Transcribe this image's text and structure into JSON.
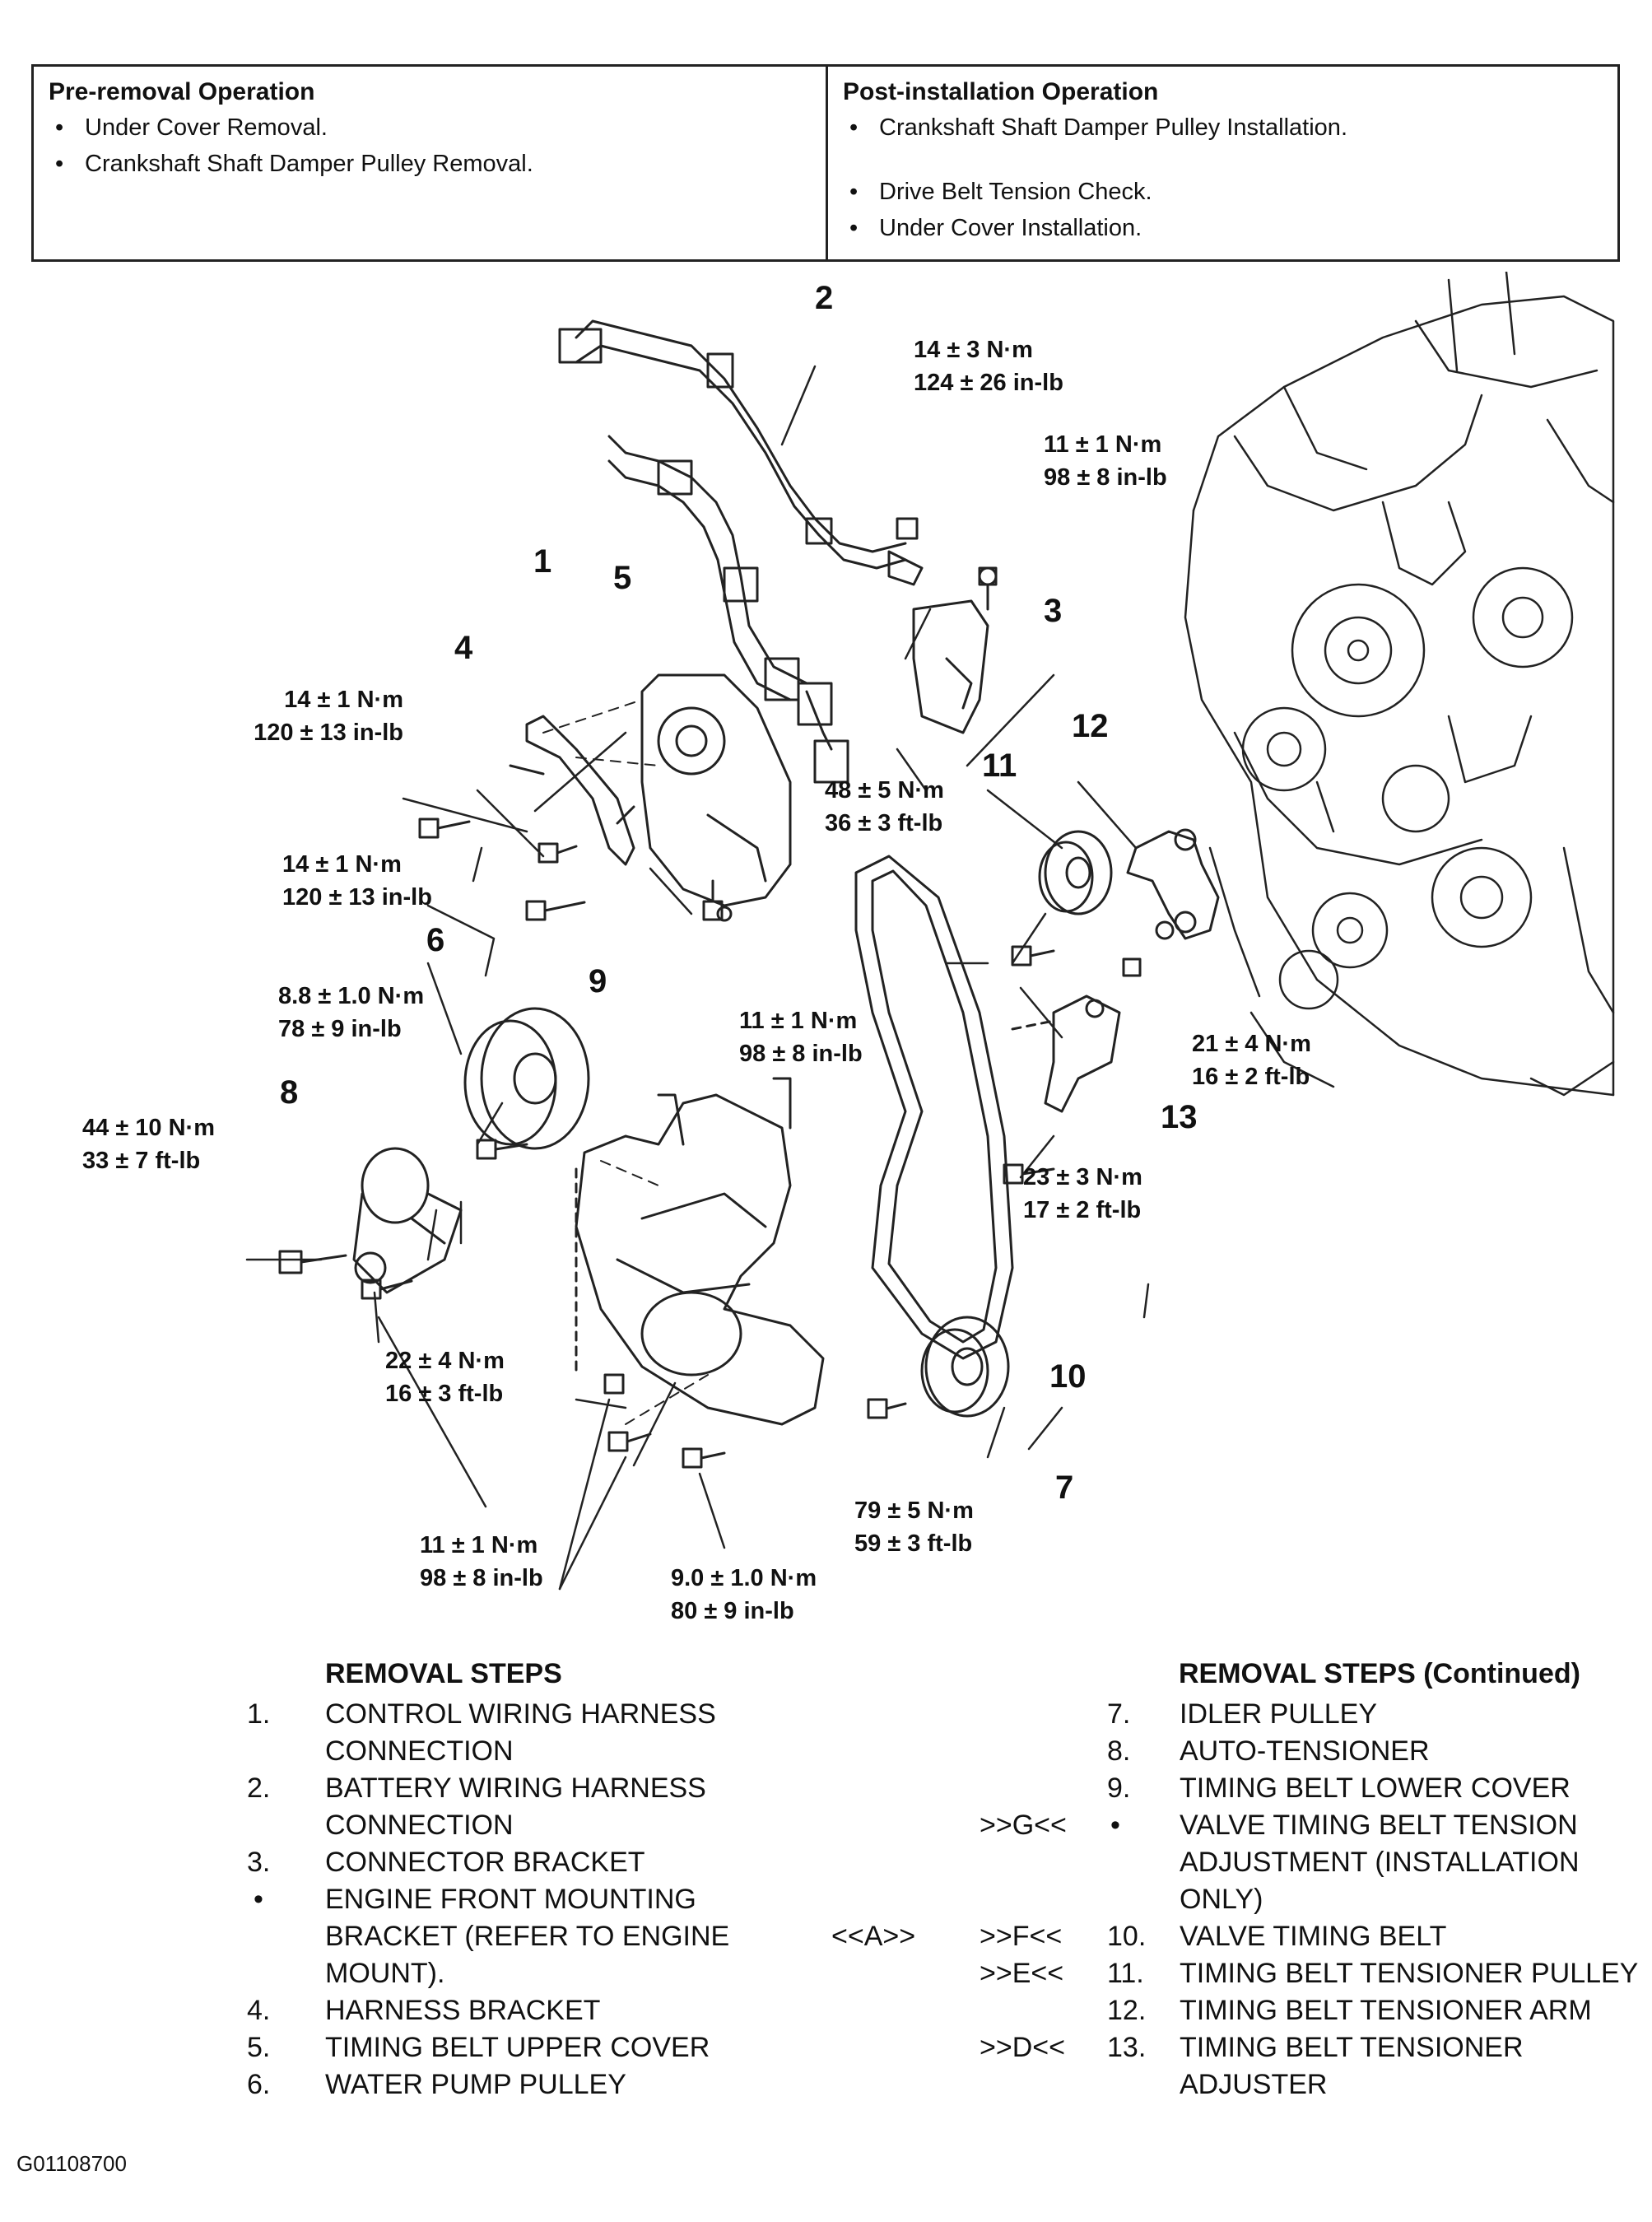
{
  "pre_removal": {
    "title": "Pre-removal Operation",
    "items": [
      "Under Cover Removal.",
      "Crankshaft Shaft Damper Pulley Removal."
    ]
  },
  "post_installation": {
    "title": "Post-installation Operation",
    "items": [
      "Crankshaft Shaft Damper Pulley Installation.",
      "Drive Belt Tension Check.",
      "Under Cover Installation."
    ]
  },
  "callouts": [
    "1",
    "2",
    "3",
    "4",
    "5",
    "6",
    "7",
    "8",
    "9",
    "10",
    "11",
    "12",
    "13"
  ],
  "torques": [
    {
      "line1": "14 ± 3 N·m",
      "line2": "124 ± 26 in-lb"
    },
    {
      "line1": "11 ± 1 N·m",
      "line2": "98 ± 8 in-lb"
    },
    {
      "line1": "14 ± 1 N·m",
      "line2": "120 ± 13 in-lb"
    },
    {
      "line1": "14 ± 1 N·m",
      "line2": "120 ± 13 in-lb"
    },
    {
      "line1": "48 ± 5 N·m",
      "line2": "36 ± 3 ft-lb"
    },
    {
      "line1": "8.8 ± 1.0 N·m",
      "line2": "78 ± 9 in-lb"
    },
    {
      "line1": "11 ± 1 N·m",
      "line2": "98 ± 8 in-lb"
    },
    {
      "line1": "21 ± 4 N·m",
      "line2": "16 ± 2 ft-lb"
    },
    {
      "line1": "44 ± 10 N·m",
      "line2": "33 ± 7 ft-lb"
    },
    {
      "line1": "23 ± 3 N·m",
      "line2": "17 ± 2 ft-lb"
    },
    {
      "line1": "22 ± 4 N·m",
      "line2": "16 ± 3 ft-lb"
    },
    {
      "line1": "79 ± 5 N·m",
      "line2": "59 ± 3 ft-lb"
    },
    {
      "line1": "11 ± 1 N·m",
      "line2": "98 ± 8 in-lb"
    },
    {
      "line1": "9.0 ± 1.0 N·m",
      "line2": "80 ± 9 in-lb"
    }
  ],
  "removal_steps": {
    "heading": "REMOVAL STEPS",
    "steps": [
      {
        "num": "1.",
        "text": "CONTROL WIRING HARNESS CONNECTION"
      },
      {
        "num": "2.",
        "text": "BATTERY WIRING HARNESS CONNECTION"
      },
      {
        "num": "3.",
        "text": "CONNECTOR BRACKET"
      },
      {
        "num": "•",
        "text": "ENGINE FRONT MOUNTING BRACKET (REFER TO ENGINE MOUNT)."
      },
      {
        "num": "4.",
        "text": "HARNESS BRACKET"
      },
      {
        "num": "5.",
        "text": "TIMING BELT UPPER COVER"
      },
      {
        "num": "6.",
        "text": "WATER PUMP PULLEY"
      }
    ]
  },
  "removal_steps_continued": {
    "heading": "REMOVAL STEPS (Continued)",
    "steps": [
      {
        "mark_a": "",
        "mark_b": "",
        "num": "7.",
        "text": "IDLER PULLEY"
      },
      {
        "mark_a": "",
        "mark_b": "",
        "num": "8.",
        "text": "AUTO-TENSIONER"
      },
      {
        "mark_a": "",
        "mark_b": "",
        "num": "9.",
        "text": "TIMING BELT LOWER COVER"
      },
      {
        "mark_a": "",
        "mark_b": ">>G<<",
        "num": "•",
        "text": "VALVE TIMING BELT TENSION ADJUSTMENT (INSTALLATION ONLY)"
      },
      {
        "mark_a": "<<A>>",
        "mark_b": ">>F<<",
        "num": "10.",
        "text": "VALVE TIMING BELT"
      },
      {
        "mark_a": "",
        "mark_b": ">>E<<",
        "num": "11.",
        "text": "TIMING BELT TENSIONER PULLEY"
      },
      {
        "mark_a": "",
        "mark_b": "",
        "num": "12.",
        "text": "TIMING BELT TENSIONER ARM"
      },
      {
        "mark_a": "",
        "mark_b": ">>D<<",
        "num": "13.",
        "text": "TIMING BELT TENSIONER ADJUSTER"
      }
    ]
  },
  "figure_id": "G01108700"
}
